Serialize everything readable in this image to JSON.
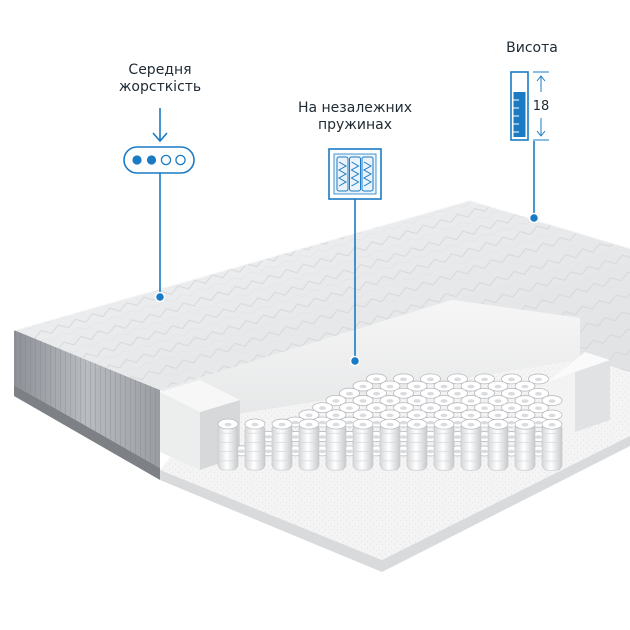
{
  "colors": {
    "accent": "#1a7bc4",
    "callout_text": "#1f2a33"
  },
  "callouts": {
    "firmness": {
      "line1": "Середня",
      "line2": "жорсткість",
      "icon": "firmness-dots-icon",
      "level_filled": 2,
      "level_total": 4
    },
    "springs": {
      "line1": "На незалежних",
      "line2": "пружинах",
      "icon": "pocket-springs-icon"
    },
    "height": {
      "label": "Висота",
      "icon": "height-gauge-icon",
      "value": "18"
    }
  },
  "product": {
    "image": "mattress-cutaway-image"
  }
}
